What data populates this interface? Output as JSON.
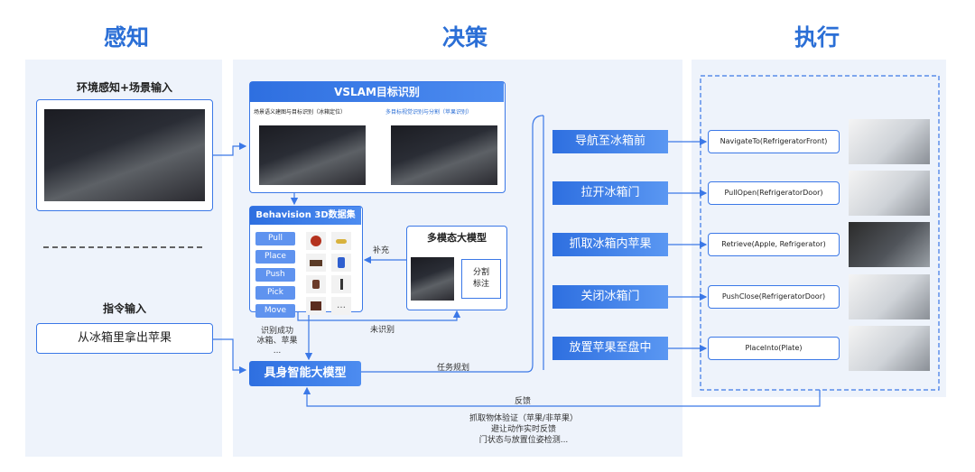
{
  "columns": {
    "perception": "感知",
    "decision": "决策",
    "execution": "执行"
  },
  "perception": {
    "env_title": "环境感知+场景输入",
    "instruction_title": "指令输入",
    "instruction_text": "从冰箱里拿出苹果"
  },
  "vslam": {
    "title": "VSLAM目标识别",
    "left_caption": "场景语义建图与目标识别（冰箱定位）",
    "right_caption": "多目标视觉识别与分割（苹果识别）"
  },
  "behavision": {
    "title": "Behavision 3D数据集",
    "actions": [
      "Pull",
      "Place",
      "Push",
      "Pick",
      "Move"
    ],
    "more": "…"
  },
  "multimodal": {
    "title": "多模态大模型",
    "seg_line1": "分割",
    "seg_line2": "标注"
  },
  "labels": {
    "supplement": "补充",
    "unrecognized": "未识别",
    "recognized_line1": "识别成功",
    "recognized_line2": "冰箱、苹果",
    "recognized_line3": "...",
    "task_planning": "任务规划",
    "feedback": "反馈",
    "feedback_line1": "抓取物体验证（苹果/非苹果）",
    "feedback_line2": "避让动作实时反馈",
    "feedback_line3": "门状态与放置位姿检测..."
  },
  "embodied": {
    "title": "具身智能大模型"
  },
  "tasks": [
    "导航至冰箱前",
    "拉开冰箱门",
    "抓取冰箱内苹果",
    "关闭冰箱门",
    "放置苹果至盘中"
  ],
  "commands": [
    "NavigateTo(RefrigeratorFront)",
    "PullOpen(RefrigeratorDoor)",
    "Retrieve(Apple, Refrigerator)",
    "PushClose(RefrigeratorDoor)",
    "PlaceInto(Plate)"
  ],
  "colors": {
    "accent": "#2b6fd6",
    "panel_border": "#3b78e7",
    "column_bg": "#eef3fb"
  }
}
